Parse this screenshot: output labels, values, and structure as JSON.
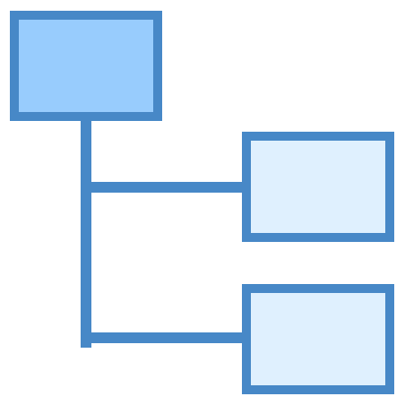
{
  "diagram": {
    "type": "tree-structure-icon",
    "nodes": [
      {
        "id": "root",
        "role": "parent",
        "fill": "#98ccfd"
      },
      {
        "id": "child-1",
        "role": "child",
        "fill": "#dff0fe"
      },
      {
        "id": "child-2",
        "role": "child",
        "fill": "#dff0fe"
      }
    ],
    "edges": [
      {
        "from": "root",
        "to": "child-1"
      },
      {
        "from": "root",
        "to": "child-2"
      }
    ]
  },
  "colors": {
    "stroke": "#4788c7",
    "root_fill": "#98ccfd",
    "child_fill": "#dff0fe",
    "background": "#ffffff"
  }
}
